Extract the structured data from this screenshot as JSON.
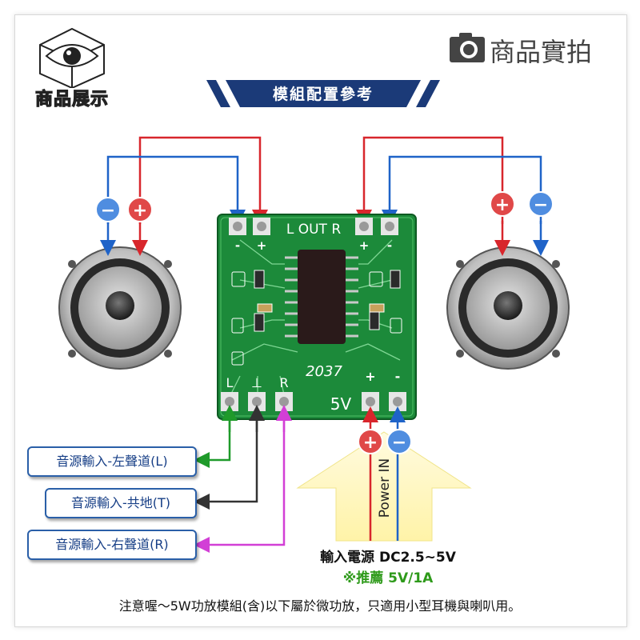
{
  "logo_left": {
    "label": "商品展示",
    "icon": "eye-cube-icon"
  },
  "logo_right": {
    "label": "商品實拍",
    "icon": "camera-icon"
  },
  "banner": {
    "title": "模組配置參考"
  },
  "board": {
    "out_label": "L OUT R",
    "chip_label": "2037",
    "pin_l": "L",
    "pin_gnd": "⊥",
    "pin_r": "R",
    "v5_label": "5V",
    "plus": "+",
    "minus": "-"
  },
  "speakers": {
    "left": {
      "minus": "−",
      "plus": "+"
    },
    "right": {
      "plus": "+",
      "minus": "−"
    }
  },
  "inputs": {
    "left_channel": "音源輸入-左聲道(L)",
    "ground": "音源輸入-共地(T)",
    "right_channel": "音源輸入-右聲道(R)"
  },
  "power": {
    "power_in": "Power IN",
    "input_line": "輸入電源 DC2.5~5V",
    "recommend_line": "※推薦 5V/1A"
  },
  "note": "注意喔～5W功放模組(含)以下屬於微功放，只適用小型耳機與喇叭用。",
  "colors": {
    "red": "#d8262c",
    "blue": "#1f63c8",
    "green": "#1f9a2a",
    "dark": "#333333",
    "magenta": "#d23fd6",
    "pcb": "#1c8a3a",
    "navy": "#1b3a78"
  }
}
